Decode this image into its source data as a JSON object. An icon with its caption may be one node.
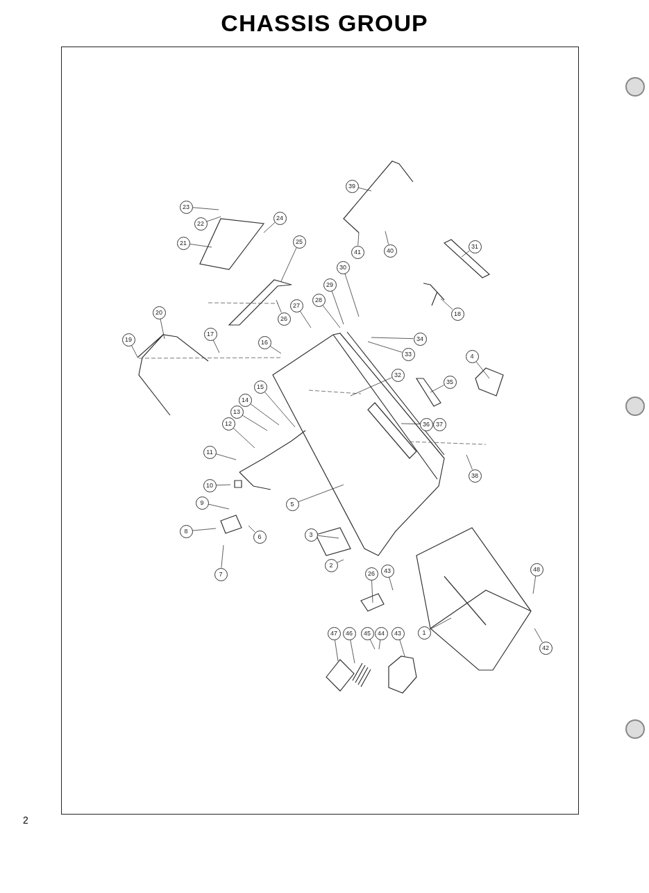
{
  "diagram": {
    "title": "CHASSIS GROUP",
    "nodes": [
      {
        "text": [
          "23"
        ]
      },
      {
        "text": [
          "22"
        ]
      },
      {
        "text": [
          "21"
        ]
      },
      {
        "text": [
          "24"
        ]
      },
      {
        "text": [
          "25"
        ]
      },
      {
        "text": [
          "26"
        ]
      },
      {
        "text": [
          "20"
        ]
      },
      {
        "text": [
          "19"
        ]
      },
      {
        "text": [
          "17"
        ]
      },
      {
        "text": [
          "16"
        ]
      },
      {
        "text": [
          "39"
        ]
      },
      {
        "text": [
          "41"
        ]
      },
      {
        "text": [
          "40"
        ]
      },
      {
        "text": [
          "31"
        ]
      },
      {
        "text": [
          "18"
        ]
      },
      {
        "text": [
          "30"
        ]
      },
      {
        "text": [
          "29"
        ]
      },
      {
        "text": [
          "28"
        ]
      },
      {
        "text": [
          "27"
        ]
      },
      {
        "text": [
          "34"
        ]
      },
      {
        "text": [
          "33"
        ]
      },
      {
        "text": [
          "4"
        ]
      },
      {
        "text": [
          "32"
        ]
      },
      {
        "text": [
          "35"
        ]
      },
      {
        "text": [
          "36"
        ]
      },
      {
        "text": [
          "37"
        ]
      },
      {
        "text": [
          "38"
        ]
      },
      {
        "text": [
          "15"
        ]
      },
      {
        "text": [
          "14"
        ]
      },
      {
        "text": [
          "13"
        ]
      },
      {
        "text": [
          "12"
        ]
      },
      {
        "text": [
          "11"
        ]
      },
      {
        "text": [
          "10"
        ]
      },
      {
        "text": [
          "9"
        ]
      },
      {
        "text": [
          "8"
        ]
      },
      {
        "text": [
          "6"
        ]
      },
      {
        "text": [
          "7"
        ]
      },
      {
        "text": [
          "5"
        ]
      },
      {
        "text": [
          "3"
        ]
      },
      {
        "text": [
          "2"
        ]
      },
      {
        "text": [
          "26"
        ]
      },
      {
        "text": [
          "43"
        ]
      },
      {
        "text": [
          "48"
        ]
      },
      {
        "text": [
          "47"
        ]
      },
      {
        "text": [
          "46"
        ]
      },
      {
        "text": [
          "45"
        ]
      },
      {
        "text": [
          "44"
        ]
      },
      {
        "text": [
          "43"
        ]
      },
      {
        "text": [
          "1"
        ]
      },
      {
        "text": [
          "42"
        ]
      }
    ],
    "edges": [
      {
        "from": 0,
        "to": null,
        "arrow": "none"
      },
      {
        "from": 1,
        "to": null,
        "arrow": "none"
      },
      {
        "from": 2,
        "to": null,
        "arrow": "none"
      },
      {
        "from": 3,
        "to": null,
        "arrow": "none"
      },
      {
        "from": 4,
        "to": null,
        "arrow": "none"
      },
      {
        "from": 5,
        "to": null,
        "arrow": "none"
      },
      {
        "from": 6,
        "to": null,
        "arrow": "none"
      },
      {
        "from": 7,
        "to": null,
        "arrow": "none"
      },
      {
        "from": 8,
        "to": null,
        "arrow": "none"
      },
      {
        "from": 9,
        "to": null,
        "arrow": "none"
      },
      {
        "from": 10,
        "to": null,
        "arrow": "none"
      },
      {
        "from": 11,
        "to": null,
        "arrow": "none"
      },
      {
        "from": 12,
        "to": null,
        "arrow": "none"
      },
      {
        "from": 13,
        "to": null,
        "arrow": "none"
      },
      {
        "from": 14,
        "to": null,
        "arrow": "none"
      },
      {
        "from": 15,
        "to": null,
        "arrow": "none"
      },
      {
        "from": 16,
        "to": null,
        "arrow": "none"
      },
      {
        "from": 17,
        "to": null,
        "arrow": "none"
      },
      {
        "from": 18,
        "to": null,
        "arrow": "none"
      },
      {
        "from": 19,
        "to": null,
        "arrow": "none"
      },
      {
        "from": 20,
        "to": null,
        "arrow": "none"
      },
      {
        "from": 21,
        "to": null,
        "arrow": "none"
      },
      {
        "from": 22,
        "to": null,
        "arrow": "none"
      },
      {
        "from": 23,
        "to": null,
        "arrow": "none"
      },
      {
        "from": 24,
        "to": null,
        "arrow": "none"
      },
      {
        "from": 26,
        "to": null,
        "arrow": "none"
      },
      {
        "from": 27,
        "to": null,
        "arrow": "none"
      },
      {
        "from": 28,
        "to": null,
        "arrow": "none"
      },
      {
        "from": 29,
        "to": null,
        "arrow": "none"
      },
      {
        "from": 30,
        "to": null,
        "arrow": "none"
      },
      {
        "from": 31,
        "to": null,
        "arrow": "none"
      },
      {
        "from": 32,
        "to": null,
        "arrow": "none"
      },
      {
        "from": 33,
        "to": null,
        "arrow": "none"
      },
      {
        "from": 34,
        "to": null,
        "arrow": "none"
      },
      {
        "from": 35,
        "to": null,
        "arrow": "none"
      },
      {
        "from": 36,
        "to": null,
        "arrow": "none"
      },
      {
        "from": 37,
        "to": null,
        "arrow": "none"
      },
      {
        "from": 38,
        "to": null,
        "arrow": "none"
      },
      {
        "from": 39,
        "to": null,
        "arrow": "none"
      },
      {
        "from": 40,
        "to": null,
        "arrow": "none"
      },
      {
        "from": 41,
        "to": null,
        "arrow": "none"
      },
      {
        "from": 42,
        "to": null,
        "arrow": "none"
      },
      {
        "from": 43,
        "to": null,
        "arrow": "none"
      },
      {
        "from": 44,
        "to": null,
        "arrow": "none"
      },
      {
        "from": 45,
        "to": null,
        "arrow": "none"
      },
      {
        "from": 46,
        "to": null,
        "arrow": "none"
      },
      {
        "from": 47,
        "to": null,
        "arrow": "none"
      },
      {
        "from": 48,
        "to": null,
        "arrow": "none"
      },
      {
        "from": 49,
        "to": null,
        "arrow": "none"
      }
    ],
    "labels": [
      "2"
    ]
  }
}
